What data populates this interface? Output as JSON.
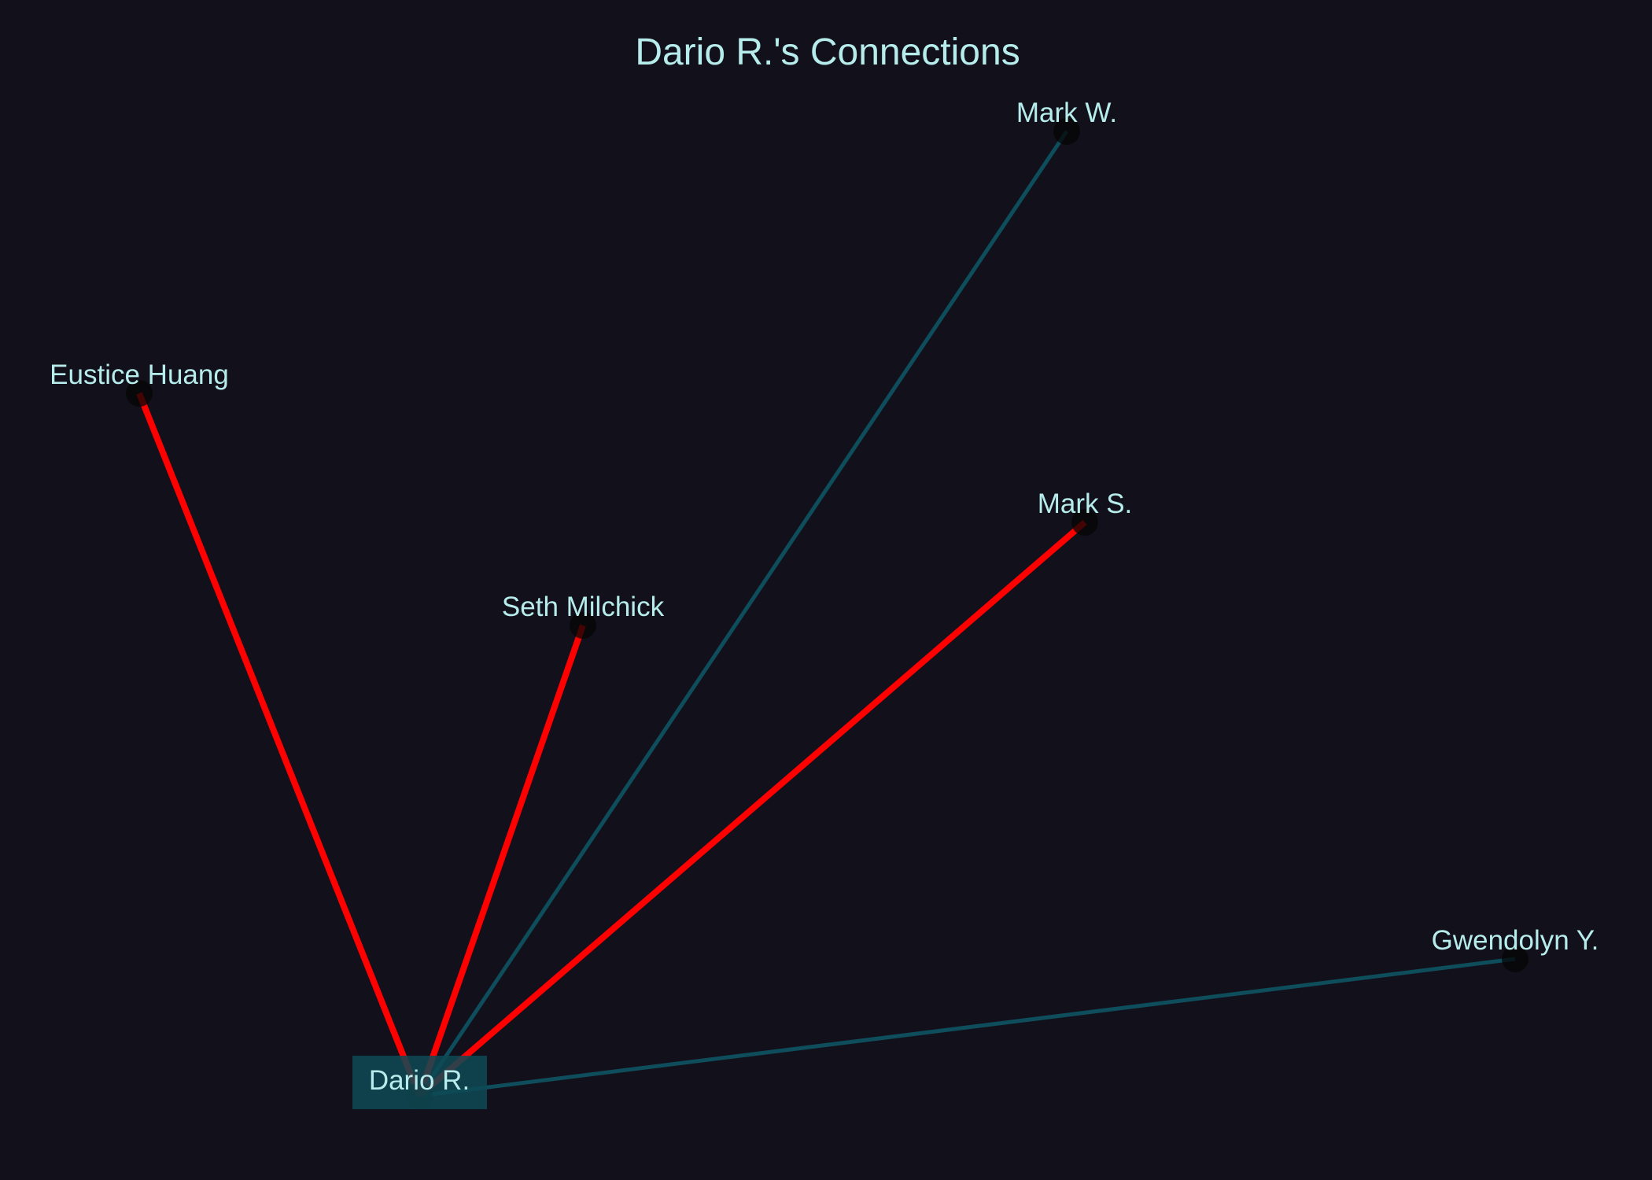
{
  "title": "Dario R.'s Connections",
  "colors": {
    "background": "#12111b",
    "text": "#b6ecec",
    "strong_edge": "#ff0000",
    "weak_edge": "#0e4d5b",
    "node": "#050505",
    "center_label_bg": "#0e4a55"
  },
  "center": {
    "id": "dario",
    "label": "Dario R."
  },
  "nodes": [
    {
      "id": "mark-w",
      "label": "Mark W.",
      "edge": "weak"
    },
    {
      "id": "eustice-huang",
      "label": "Eustice Huang",
      "edge": "strong"
    },
    {
      "id": "mark-s",
      "label": "Mark S.",
      "edge": "strong"
    },
    {
      "id": "seth-milchick",
      "label": "Seth Milchick",
      "edge": "strong"
    },
    {
      "id": "gwendolyn-y",
      "label": "Gwendolyn Y.",
      "edge": "weak"
    }
  ]
}
